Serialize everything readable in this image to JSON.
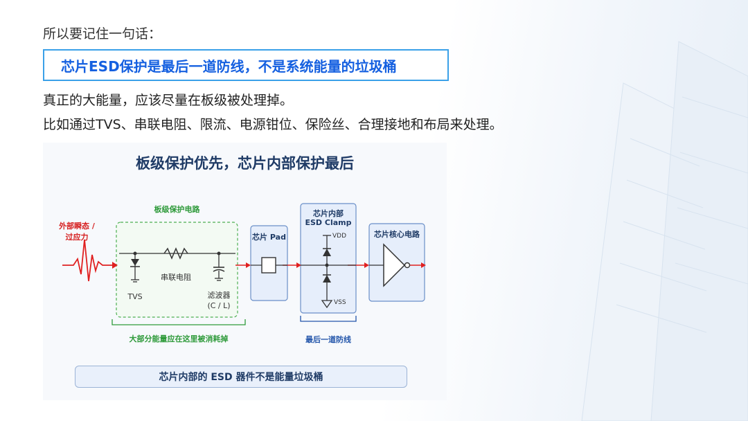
{
  "slide": {
    "intro": "所以要记住一句话：",
    "callout": "芯片ESD保护是最后一道防线，不是系统能量的垃圾桶",
    "line1": "真正的大能量，应该尽量在板级被处理掉。",
    "line2": "比如通过TVS、串联电阻、限流、电源钳位、保险丝、合理接地和布局来处理。"
  },
  "diagram": {
    "title": "板级保护优先，芯片内部保护最后",
    "input_label_1": "外部瞬态 /",
    "input_label_2": "过应力",
    "board_box_label": "板级保护电路",
    "tvs_label": "TVS",
    "resistor_label": "串联电阻",
    "filter_label_1": "滤波器",
    "filter_label_2": "(C / L)",
    "pad_label": "芯片 Pad",
    "clamp_label_1": "芯片内部",
    "clamp_label_2": "ESD Clamp",
    "vdd_label": "VDD",
    "vss_label": "VSS",
    "core_label": "芯片核心电路",
    "board_bracket_label": "大部分能量应在这里被消耗掉",
    "clamp_bracket_label": "最后一道防线",
    "bottom_bar": "芯片内部的 ESD 器件不是能量垃圾桶"
  },
  "colors": {
    "callout_border": "#3aa0e8",
    "callout_text": "#1560e0",
    "signal_red": "#e02020",
    "board_green": "#2e9a3a",
    "chip_blue": "#2255aa"
  }
}
